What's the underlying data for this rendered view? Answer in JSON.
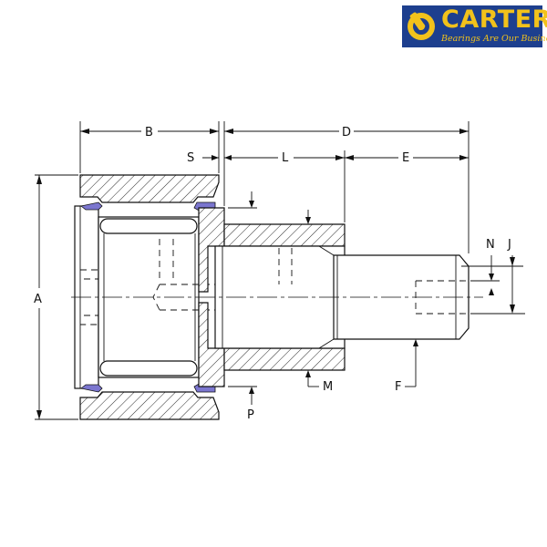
{
  "logo": {
    "brand": "CARTER",
    "tagline": "Bearings Are Our Business",
    "colors": {
      "background": "#1d3f8e",
      "text": "#f2c21b"
    },
    "emblem_icon": "bearing-wrench-icon"
  },
  "dimension_labels": {
    "A": "A",
    "B": "B",
    "D": "D",
    "S": "S",
    "L": "L",
    "E": "E",
    "N": "N",
    "J": "J",
    "M": "M",
    "F": "F",
    "P": "P"
  },
  "colors": {
    "line": "#111111",
    "seal": "#7b76cf",
    "background": "#ffffff"
  }
}
